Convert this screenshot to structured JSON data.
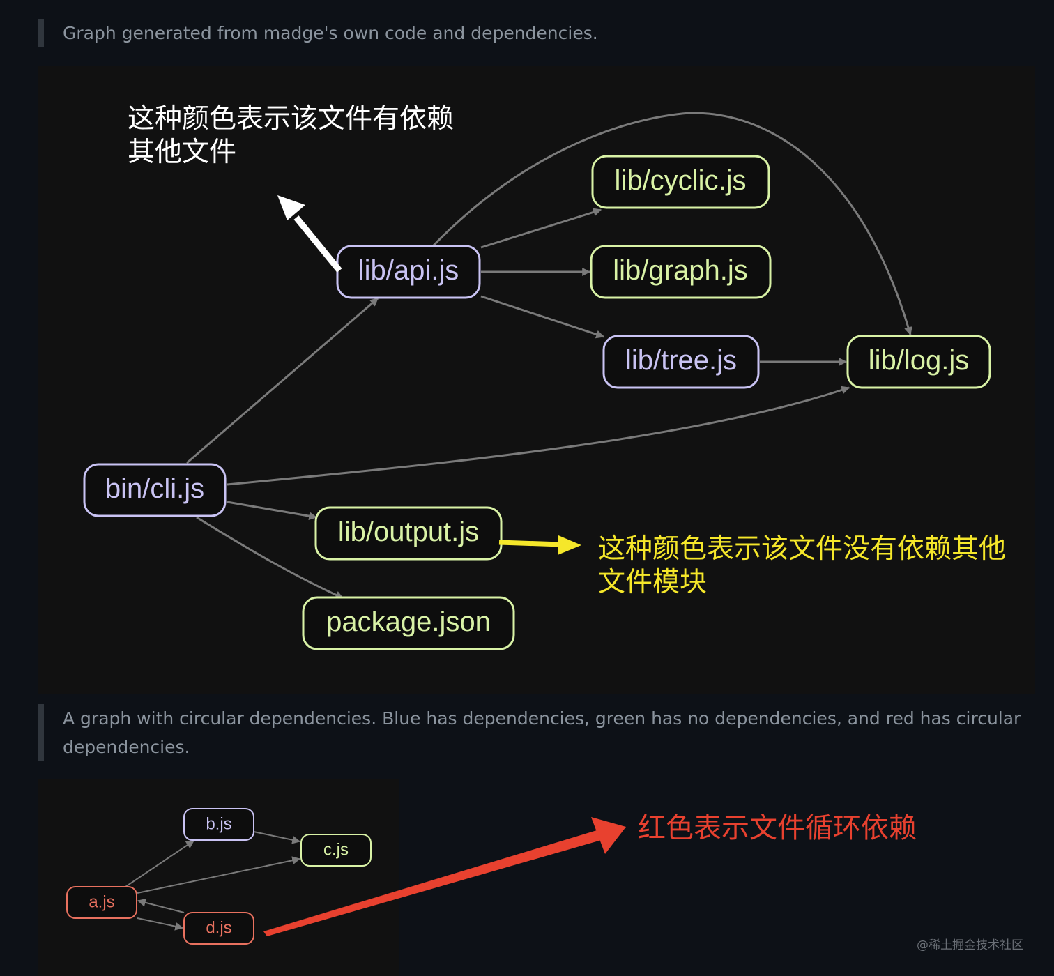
{
  "captions": {
    "first": "Graph generated from madge's own code and dependencies.",
    "second": "A graph with circular dependencies. Blue has dependencies, green has no dependencies, and red has circular dependencies."
  },
  "annotations": {
    "white": "这种颜色表示该文件有依赖\n其他文件",
    "yellow": "这种颜色表示该文件没有依赖其他\n文件模块",
    "red": "红色表示文件循环依赖"
  },
  "watermark": "@稀土掘金技术社区",
  "colors": {
    "background": "#0d1117",
    "panel": "#111111",
    "has_dependencies": "#c9c3f3",
    "no_dependencies": "#d9f2a6",
    "circular": "#e8715f",
    "edge": "#7a7a7a",
    "annotation_white": "#ffffff",
    "annotation_yellow": "#f5e72a",
    "annotation_red": "#e8412f"
  },
  "graph1": {
    "nodes": [
      {
        "id": "api",
        "label": "lib/api.js",
        "status": "has_dependencies"
      },
      {
        "id": "cyclic",
        "label": "lib/cyclic.js",
        "status": "no_dependencies"
      },
      {
        "id": "graph",
        "label": "lib/graph.js",
        "status": "no_dependencies"
      },
      {
        "id": "tree",
        "label": "lib/tree.js",
        "status": "has_dependencies"
      },
      {
        "id": "log",
        "label": "lib/log.js",
        "status": "no_dependencies"
      },
      {
        "id": "cli",
        "label": "bin/cli.js",
        "status": "has_dependencies"
      },
      {
        "id": "output",
        "label": "lib/output.js",
        "status": "no_dependencies"
      },
      {
        "id": "pkg",
        "label": "package.json",
        "status": "no_dependencies"
      }
    ],
    "edges": [
      {
        "from": "api",
        "to": "cyclic"
      },
      {
        "from": "api",
        "to": "graph"
      },
      {
        "from": "api",
        "to": "tree"
      },
      {
        "from": "api",
        "to": "log"
      },
      {
        "from": "tree",
        "to": "log"
      },
      {
        "from": "cli",
        "to": "api"
      },
      {
        "from": "cli",
        "to": "log"
      },
      {
        "from": "cli",
        "to": "output"
      },
      {
        "from": "cli",
        "to": "pkg"
      }
    ]
  },
  "graph2": {
    "nodes": [
      {
        "id": "b",
        "label": "b.js",
        "status": "has_dependencies"
      },
      {
        "id": "c",
        "label": "c.js",
        "status": "no_dependencies"
      },
      {
        "id": "a",
        "label": "a.js",
        "status": "circular"
      },
      {
        "id": "d",
        "label": "d.js",
        "status": "circular"
      }
    ],
    "edges": [
      {
        "from": "a",
        "to": "b"
      },
      {
        "from": "b",
        "to": "c"
      },
      {
        "from": "a",
        "to": "c"
      },
      {
        "from": "a",
        "to": "d"
      },
      {
        "from": "d",
        "to": "a"
      }
    ]
  }
}
